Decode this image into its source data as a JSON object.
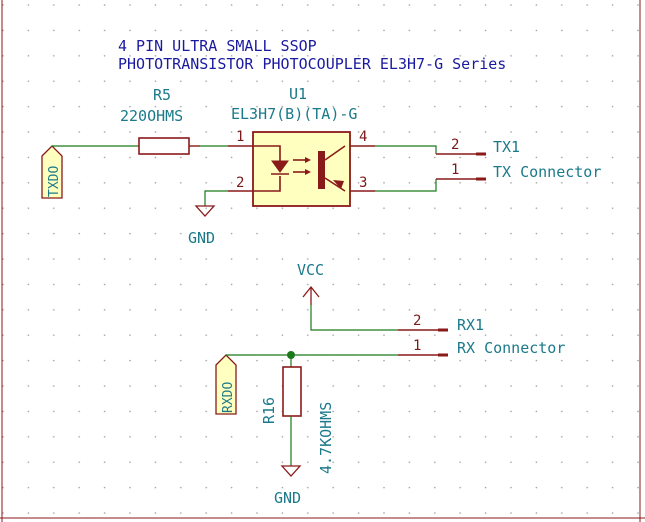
{
  "title": {
    "line1": "4 PIN ULTRA SMALL SSOP",
    "line2": "PHOTOTRANSISTOR PHOTOCOUPLER EL3H7-G Series"
  },
  "r5": {
    "ref": "R5",
    "value": "220OHMS"
  },
  "u1": {
    "ref": "U1",
    "value": "EL3H7(B)(TA)-G",
    "pins": [
      "1",
      "2",
      "3",
      "4"
    ]
  },
  "tx_connector": {
    "pin_2": "2",
    "pin_1": "1",
    "net_2": "TX1",
    "name": "TX Connector"
  },
  "rx_connector": {
    "pin_2": "2",
    "pin_1": "1",
    "net_2": "RX1",
    "name": "RX Connector"
  },
  "labels": {
    "txdo": "TXDO",
    "rxdo": "RXDO"
  },
  "power": {
    "gnd_top": "GND",
    "gnd_bottom": "GND",
    "vcc": "VCC"
  },
  "r16": {
    "ref": "R16",
    "value": "4.7KOHMS"
  },
  "colors": {
    "wire": "#1a7a1a",
    "component": "#8a1a1a",
    "text": "#1a7a8a",
    "title": "#1a1aa0",
    "body_fill": "#ffffc0"
  }
}
